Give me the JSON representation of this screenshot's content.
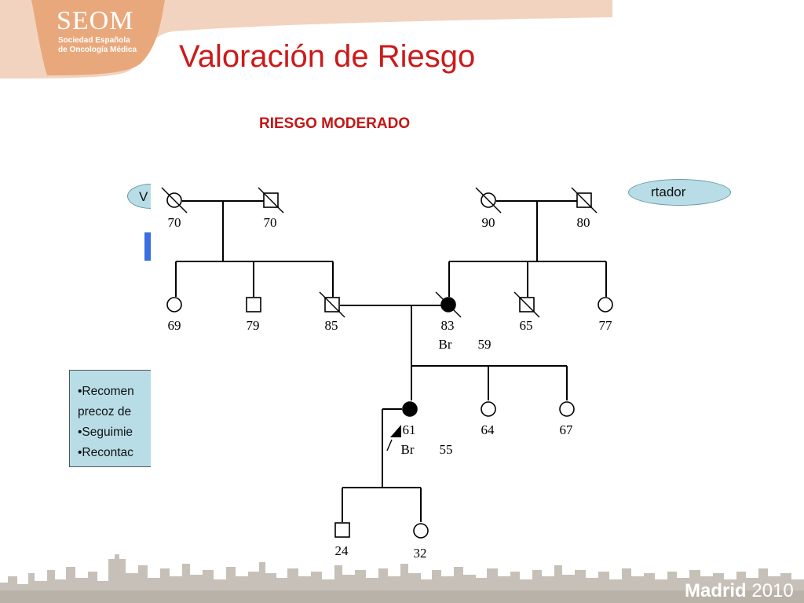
{
  "header": {
    "logo_name": "SEOM",
    "logo_line1": "Sociedad Española",
    "logo_line2": "de Oncología Médica",
    "title": "Valoración  de Riesgo",
    "subtitle": "RIESGO MODERADO"
  },
  "background_shapes": {
    "oval_left_text": "V",
    "oval_right_text": "rtador"
  },
  "recommendations": [
    "•Recomen",
    "precoz de",
    "•Seguimie",
    "•Recontac"
  ],
  "pedigree": {
    "gen1": {
      "p1": {
        "sex": "female",
        "status": "deceased",
        "label": "70"
      },
      "p2": {
        "sex": "male",
        "status": "deceased",
        "label": "70"
      },
      "p3": {
        "sex": "female",
        "status": "deceased",
        "label": "90"
      },
      "p4": {
        "sex": "male",
        "status": "deceased",
        "label": "80"
      }
    },
    "gen2": {
      "c1": {
        "sex": "female",
        "label": "69"
      },
      "c2": {
        "sex": "male",
        "label": "79"
      },
      "c3": {
        "sex": "male",
        "status": "deceased",
        "label": "85"
      },
      "c4": {
        "sex": "female",
        "status": "deceased",
        "affected": true,
        "label": "83",
        "cancer": "Br",
        "age_dx": "59"
      },
      "c5": {
        "sex": "male",
        "status": "deceased",
        "label": "65"
      },
      "c6": {
        "sex": "female",
        "label": "77"
      }
    },
    "gen3": {
      "p": {
        "sex": "female",
        "affected": true,
        "proband": true,
        "label": "61",
        "cancer": "Br",
        "age_dx": "55"
      },
      "s1": {
        "sex": "female",
        "label": "64"
      },
      "s2": {
        "sex": "female",
        "label": "67"
      }
    },
    "gen4": {
      "g1": {
        "sex": "male",
        "label": "24"
      },
      "g2": {
        "sex": "female",
        "label": "32"
      }
    }
  },
  "footer": {
    "city": "Madrid",
    "year": "2010"
  },
  "colors": {
    "brand_orange": "#e9a87c",
    "title_red": "#cc1a1a",
    "panel_blue": "#b8dde6",
    "accent_blue": "#3b6ee0"
  }
}
